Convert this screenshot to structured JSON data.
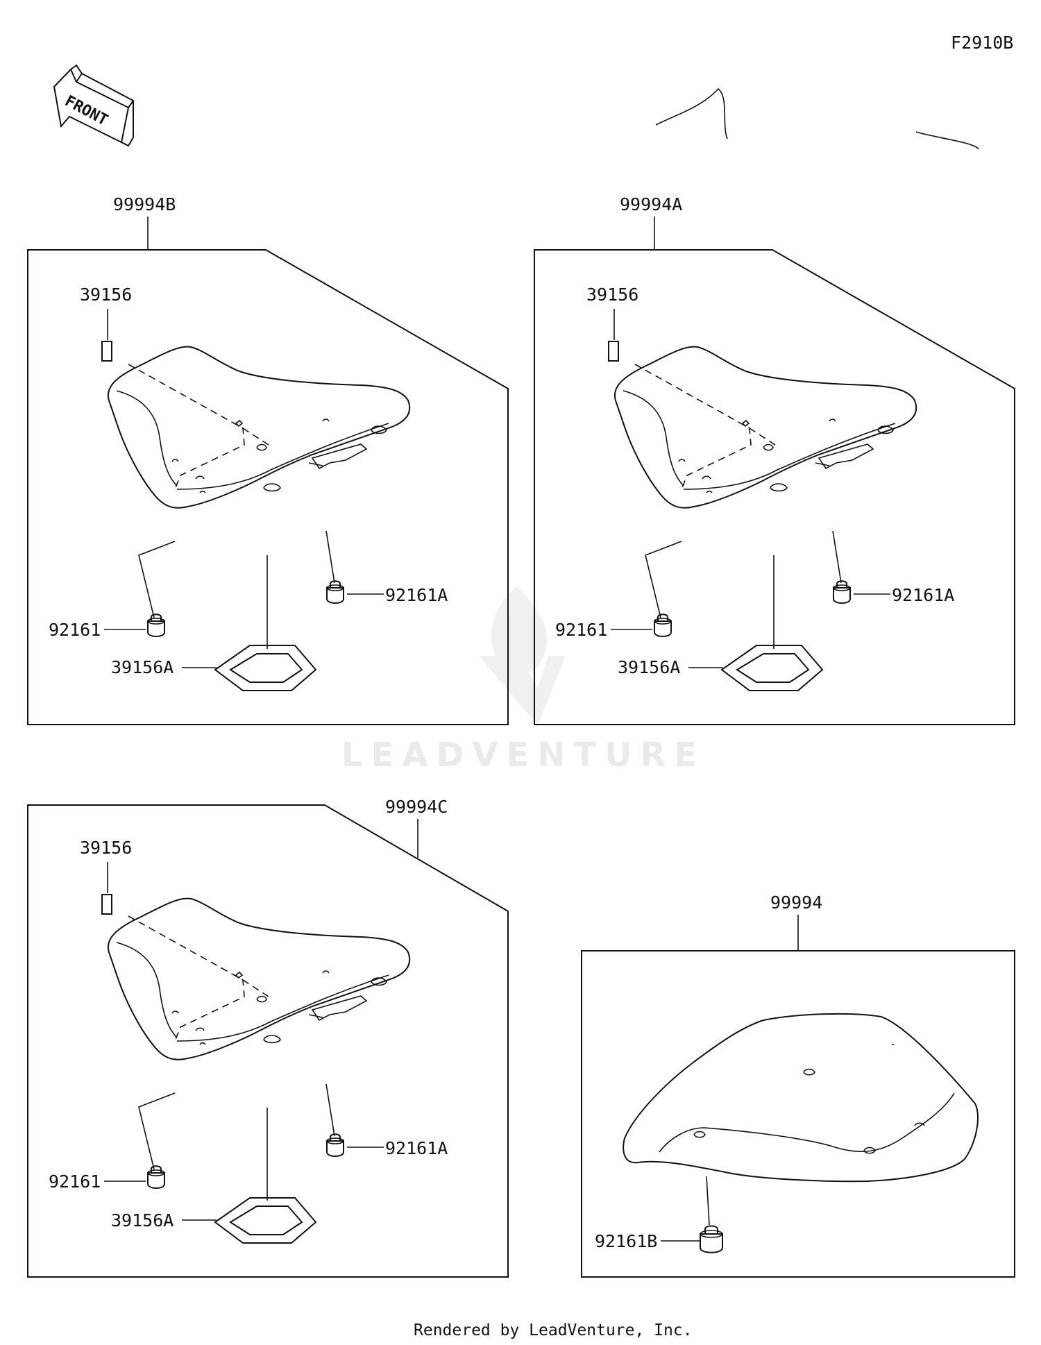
{
  "diagram_id": "F2910B",
  "front_label": "FRONT",
  "watermark": "LEADVENTURE",
  "footer": "Rendered by LeadVenture, Inc.",
  "groups": [
    {
      "assembly": "99994B",
      "parts": {
        "sticker": "39156",
        "damper_left": "92161",
        "damper_right": "92161A",
        "mat": "39156A"
      }
    },
    {
      "assembly": "99994A",
      "parts": {
        "sticker": "39156",
        "damper_left": "92161",
        "damper_right": "92161A",
        "mat": "39156A"
      }
    },
    {
      "assembly": "99994C",
      "parts": {
        "sticker": "39156",
        "damper_left": "92161",
        "damper_right": "92161A",
        "mat": "39156A"
      }
    },
    {
      "assembly": "99994",
      "parts": {
        "damper": "92161B"
      }
    }
  ]
}
